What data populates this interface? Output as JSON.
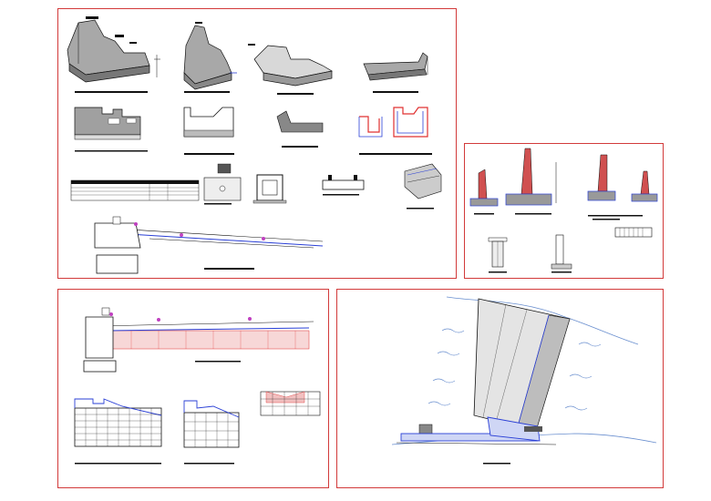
{
  "sheet": {
    "background": "#ffffff",
    "frame_color": "#d23a3a",
    "colors": {
      "line": "#1a1a1a",
      "concrete": "#9a9a9a",
      "steel_blue": "#2a3fd6",
      "rebar_red": "#e03030",
      "callout_magenta": "#c040c0",
      "grid_red": "#e8a0a0",
      "water_blue": "#6a8fcf"
    },
    "panels": [
      {
        "id": "top-left",
        "description_hidden": true
      },
      {
        "id": "top-right",
        "description_hidden": true
      },
      {
        "id": "bottom-left",
        "description_hidden": true
      },
      {
        "id": "bottom-right",
        "description_hidden": true
      }
    ]
  }
}
